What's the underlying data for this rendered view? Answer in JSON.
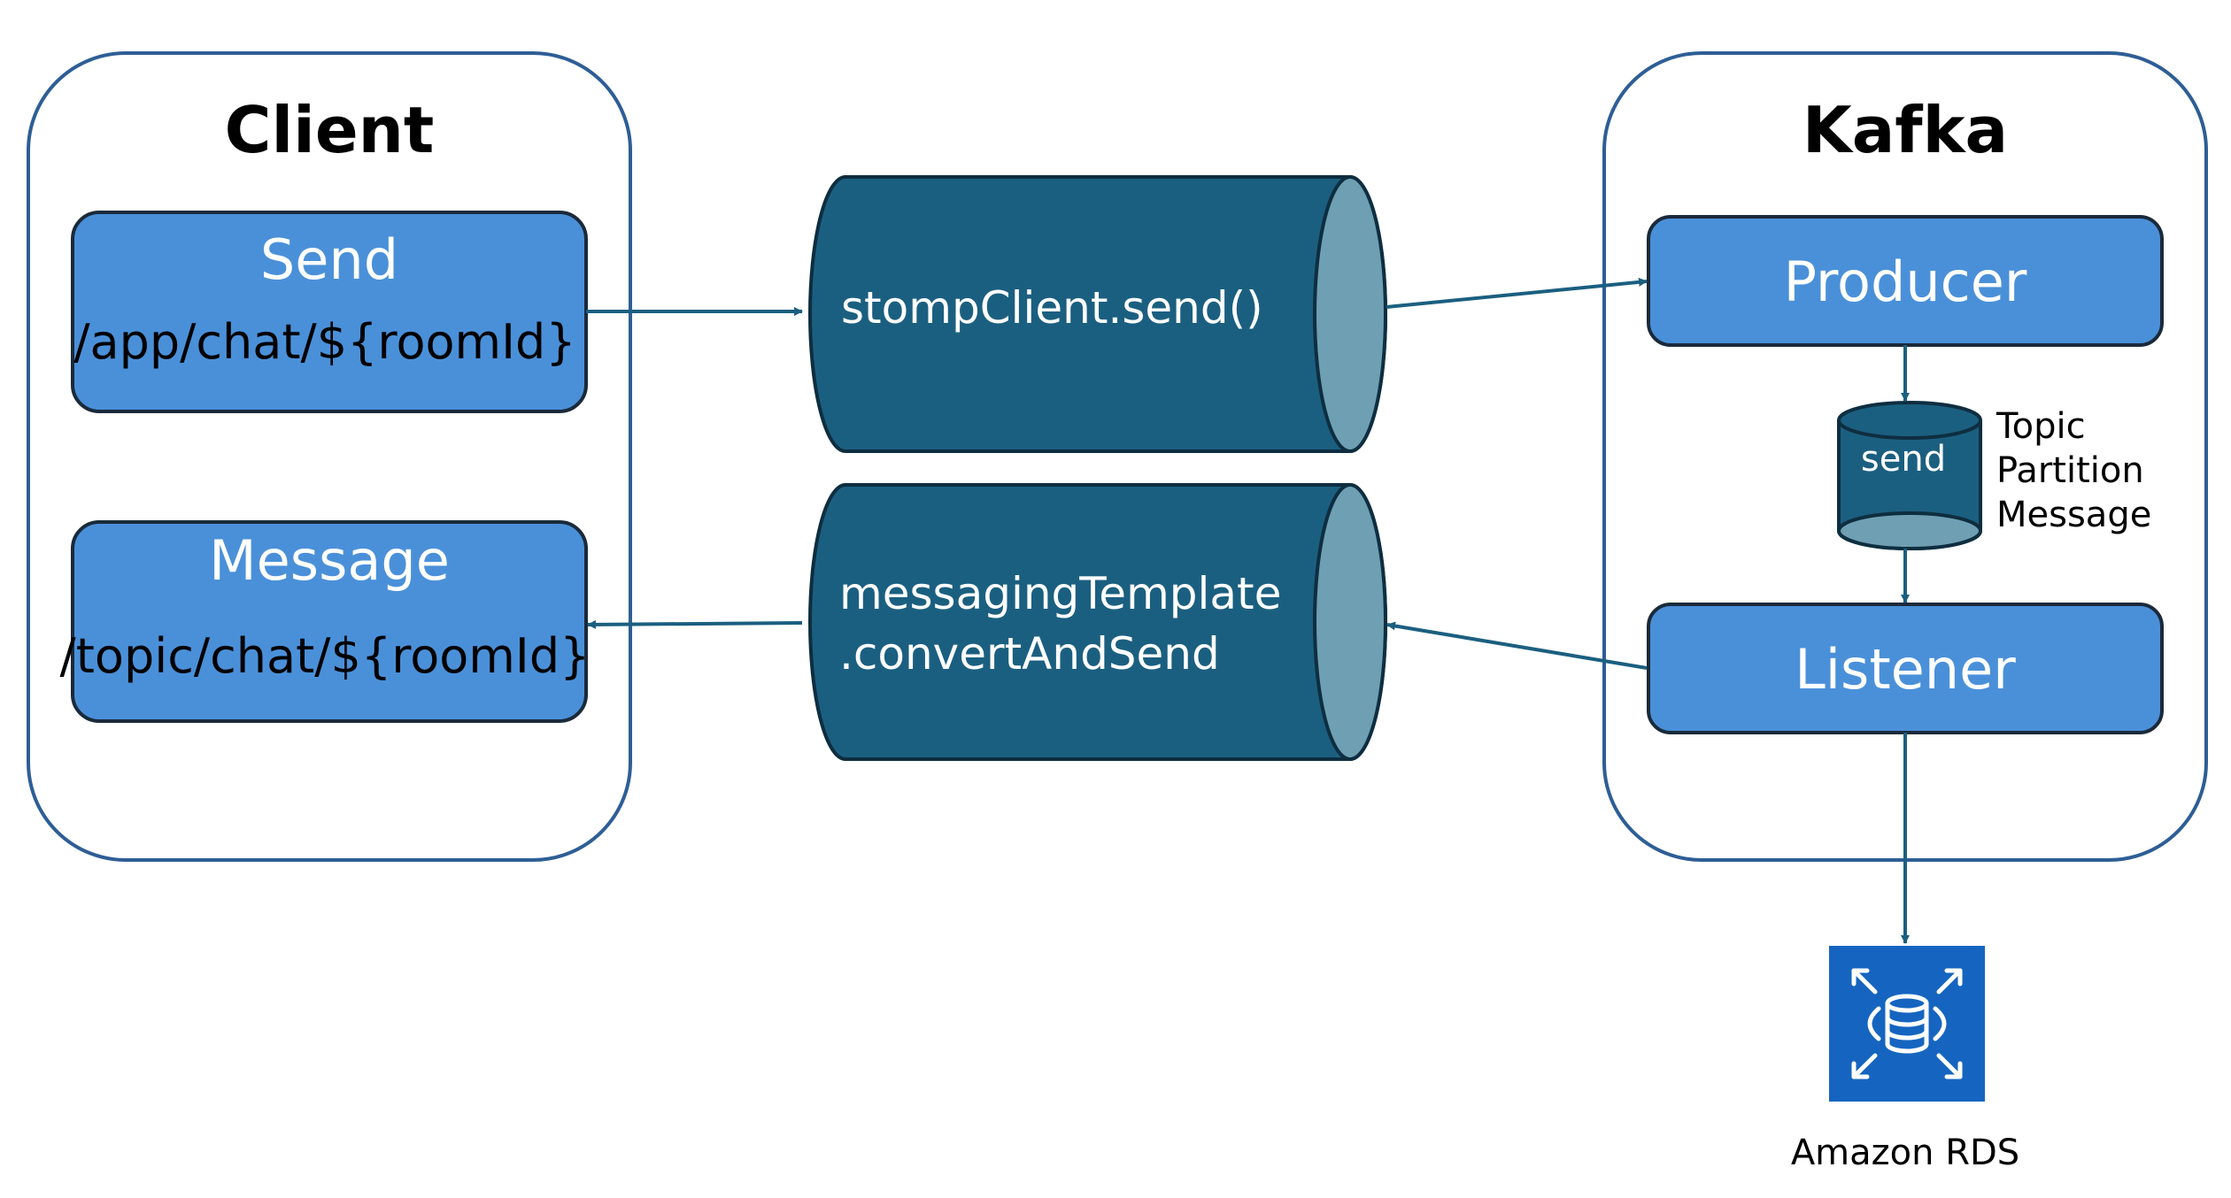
{
  "client": {
    "title": "Client",
    "send_box": {
      "label": "Send",
      "path": "/app/chat/${roomId}"
    },
    "message_box": {
      "label": "Message",
      "path": "/topic/chat/${roomId}"
    }
  },
  "pipes": {
    "upper_label": "stompClient.send()",
    "lower_label_line1": "messagingTemplate",
    "lower_label_line2": ".convertAndSend"
  },
  "kafka": {
    "title": "Kafka",
    "producer_label": "Producer",
    "listener_label": "Listener",
    "send_cylinder_label": "send",
    "topic_note": [
      "Topic",
      "Partition",
      "Message"
    ]
  },
  "rds": {
    "label": "Amazon RDS",
    "icon": "amazon-rds-icon"
  },
  "colors": {
    "container_border": "#2e5e95",
    "box_fill": "#4a90d9",
    "box_border": "#1a2a3a",
    "pipe_body": "#1b5f80",
    "pipe_end": "#6f9fb3",
    "arrow": "#1b5f80",
    "rds_bg": "#1565c0"
  }
}
